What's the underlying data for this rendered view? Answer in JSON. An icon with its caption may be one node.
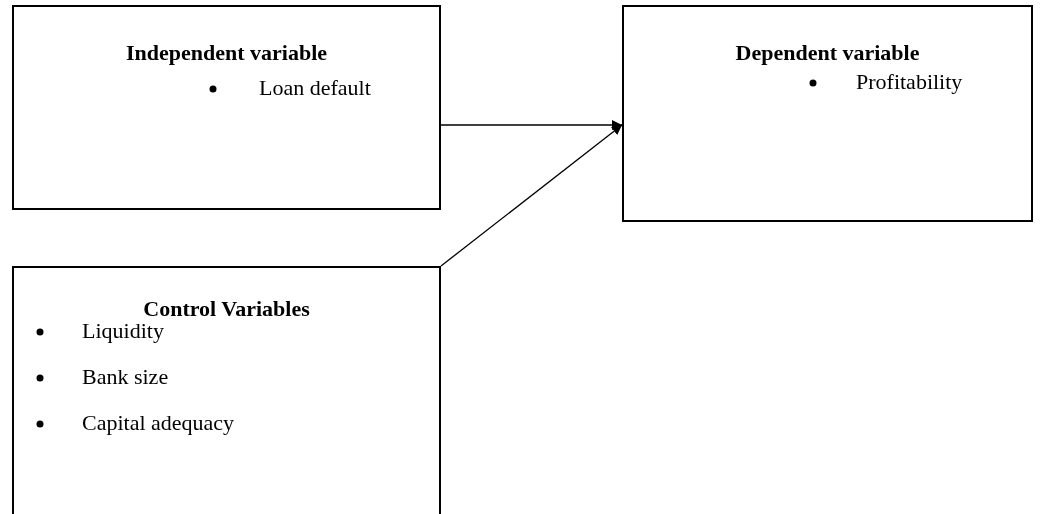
{
  "diagram": {
    "nodes": [
      {
        "text": [
          "Independent variable",
          "Loan default"
        ]
      },
      {
        "text": [
          "Dependent variable",
          "Profitability"
        ]
      },
      {
        "text": [
          "Control Variables",
          "Liquidity",
          "Bank size",
          "Capital adequacy"
        ]
      }
    ],
    "edges": [
      {
        "from": 0,
        "to": 1,
        "arrow": "to"
      },
      {
        "from": 2,
        "to": 1,
        "arrow": "to"
      }
    ]
  }
}
